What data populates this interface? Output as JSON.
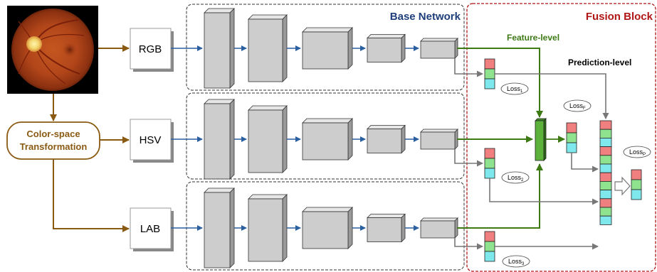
{
  "regions": {
    "base_network_title": "Base Network",
    "fusion_block_title": "Fusion Block"
  },
  "inputs": {
    "rgb": "RGB",
    "hsv": "HSV",
    "lab": "LAB"
  },
  "transform": {
    "line1": "Color-space",
    "line2": "Transformation"
  },
  "levels": {
    "feature": "Feature-level",
    "prediction": "Prediction-level"
  },
  "losses": {
    "loss1_main": "Loss",
    "loss1_sub": "1",
    "loss2_main": "Loss",
    "loss2_sub": "2",
    "loss3_main": "Loss",
    "loss3_sub": "3",
    "lossf_main": "Loss",
    "lossf_sub": "F",
    "lossp_main": "Loss",
    "lossp_sub": "P"
  },
  "colors": {
    "base_title": "#1f3f7a",
    "fusion_title": "#b01616",
    "blue_arrow": "#2a5fa0",
    "brown_arrow": "#8a5a12",
    "green_arrow": "#3d7a14",
    "gray_arrow": "#777777",
    "cell_red": "#f07f7f",
    "cell_green": "#8fe38f",
    "cell_cyan": "#7fe8ec",
    "fusion_bar": "#5cb23a"
  }
}
